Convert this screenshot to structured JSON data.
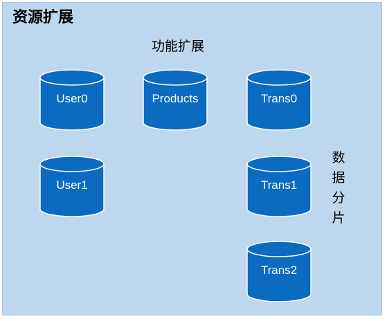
{
  "title": "资源扩展",
  "labels": {
    "functional": "功能扩展",
    "sharding": "数据分片"
  },
  "databases": [
    {
      "name": "User0"
    },
    {
      "name": "User1"
    },
    {
      "name": "Products"
    },
    {
      "name": "Trans0"
    },
    {
      "name": "Trans1"
    },
    {
      "name": "Trans2"
    }
  ],
  "colors": {
    "panel_bg": "#bdd7ee",
    "cylinder_fill": "#0a6bc1",
    "cylinder_stroke": "#ffffff",
    "cylinder_text": "#ffffff"
  },
  "icons": [
    "database-cylinder-icon"
  ]
}
